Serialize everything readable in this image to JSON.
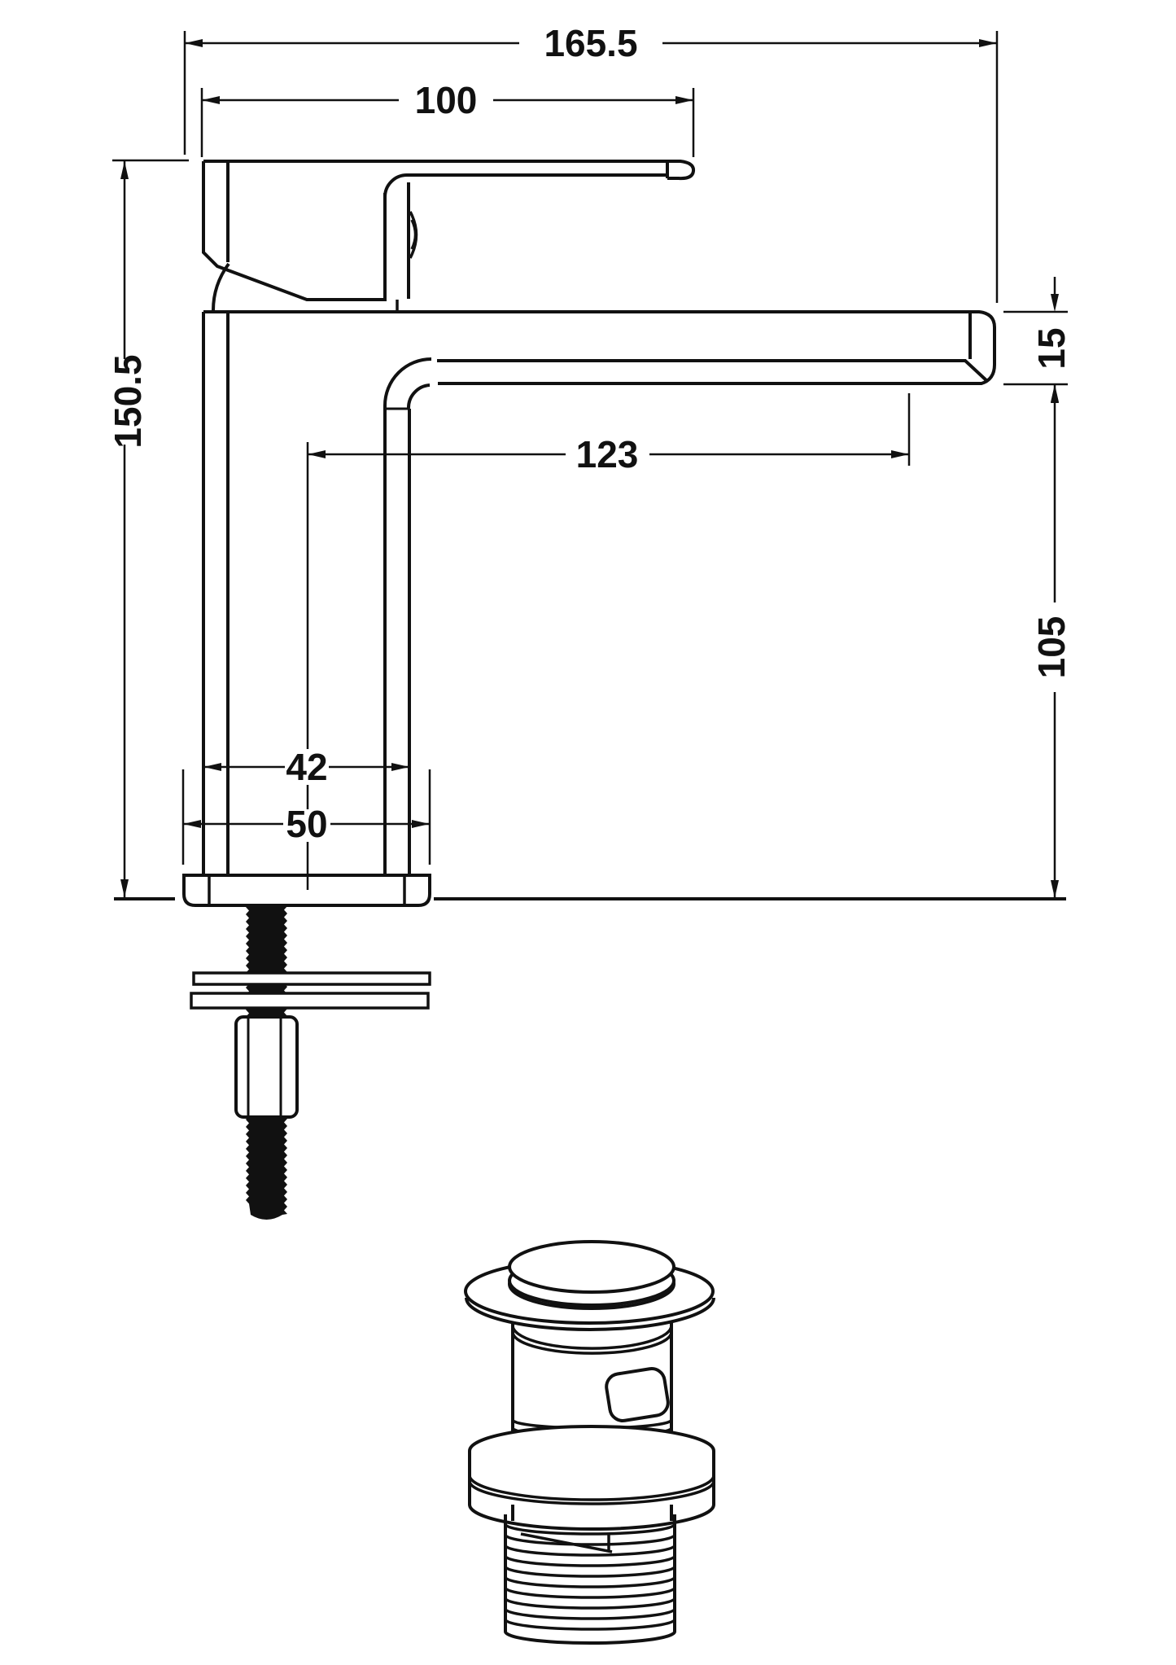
{
  "drawing": {
    "background": "#ffffff",
    "line_color": "#111111",
    "dimensions": {
      "overall_width": "165.5",
      "handle_length": "100",
      "overall_height": "150.5",
      "spout_thickness": "15",
      "spout_reach": "123",
      "spout_to_deck": "105",
      "body_width": "42",
      "base_width": "50"
    }
  }
}
